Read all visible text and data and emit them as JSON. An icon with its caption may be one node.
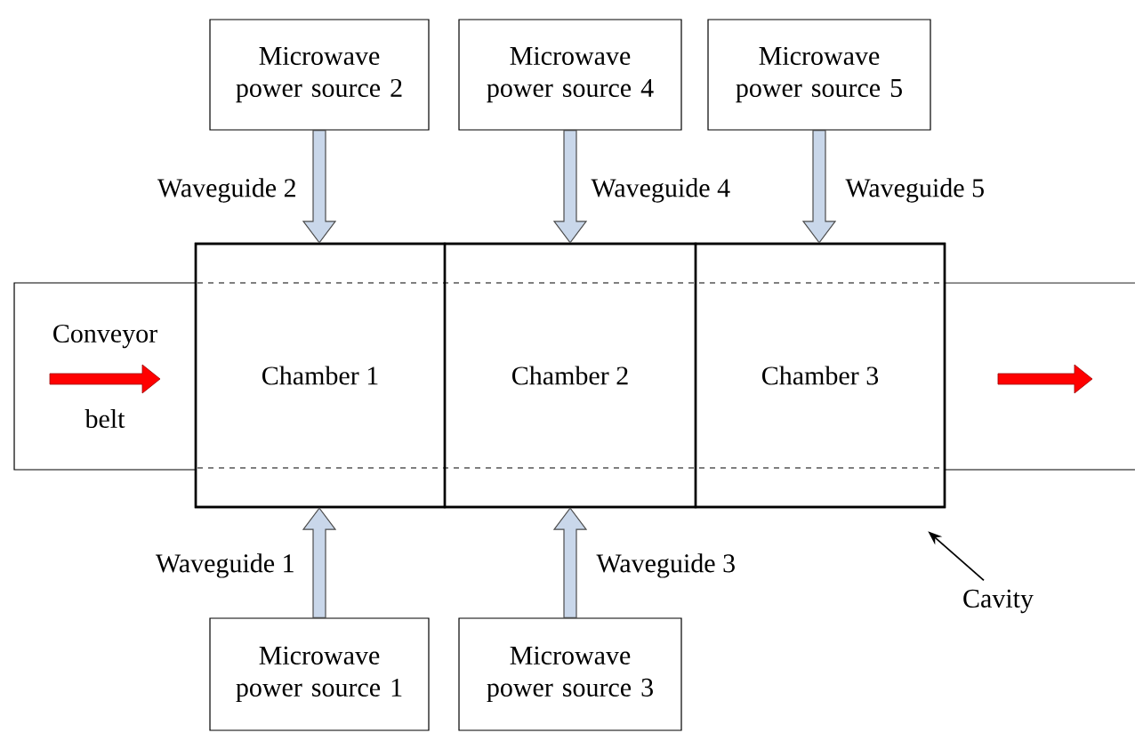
{
  "diagram": {
    "nodes": [
      {
        "text": [
          "Microwave power source 2"
        ]
      },
      {
        "text": [
          "Microwave power source 4"
        ]
      },
      {
        "text": [
          "Microwave power source 5"
        ]
      },
      {
        "text": [
          "Conveyor belt"
        ]
      },
      {
        "text": [],
        "shape": "box"
      },
      {
        "text": [
          "Chamber 1"
        ],
        "in": 4
      },
      {
        "text": [
          "Chamber 2"
        ],
        "in": 4
      },
      {
        "text": [
          "Chamber 3"
        ],
        "in": 4
      },
      {
        "text": [
          "Cavity"
        ]
      },
      {
        "text": [
          "Microwave power source 1"
        ]
      },
      {
        "text": [
          "Microwave power source 3"
        ]
      }
    ],
    "edges": [
      {
        "from": 0,
        "to": 5,
        "arrow": "to",
        "label": "Waveguide 2"
      },
      {
        "from": 1,
        "to": 6,
        "arrow": "to",
        "label": "Waveguide 4"
      },
      {
        "from": 2,
        "to": 7,
        "arrow": "to",
        "label": "Waveguide 5"
      },
      {
        "from": 9,
        "to": 5,
        "arrow": "to",
        "label": "Waveguide 1"
      },
      {
        "from": 10,
        "to": 6,
        "arrow": "to",
        "label": "Waveguide 3"
      },
      {
        "from": 8,
        "to": 4,
        "arrow": "to",
        "color": "#000000"
      }
    ]
  }
}
